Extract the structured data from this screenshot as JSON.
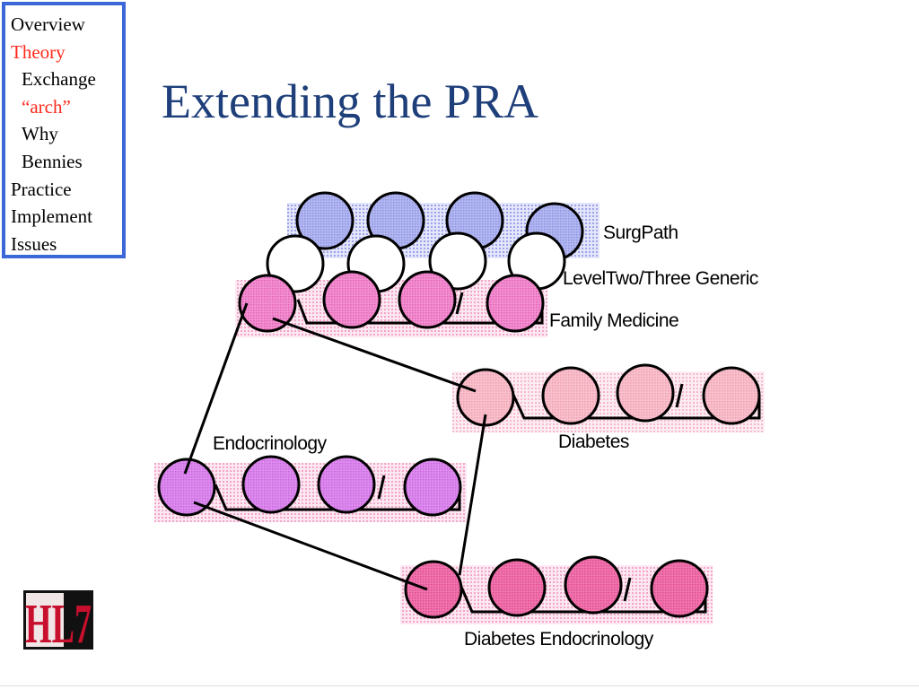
{
  "nav": {
    "items": [
      {
        "label": "Overview",
        "level": 0,
        "active": false
      },
      {
        "label": "Theory",
        "level": 0,
        "active": true
      },
      {
        "label": "Exchange",
        "level": 1,
        "active": false
      },
      {
        "label": "“arch”",
        "level": 1,
        "active": true
      },
      {
        "label": "Why",
        "level": 1,
        "active": false
      },
      {
        "label": "Bennies",
        "level": 1,
        "active": false
      },
      {
        "label": "Practice",
        "level": 0,
        "active": false
      },
      {
        "label": "Implement",
        "level": 0,
        "active": false
      },
      {
        "label": "Issues",
        "level": 0,
        "active": false
      }
    ]
  },
  "title": "Extending the PRA",
  "diagram": {
    "labels": {
      "surgpath": "SurgPath",
      "leveltwo": "LevelTwo/Three Generic",
      "family_medicine": "Family Medicine",
      "diabetes": "Diabetes",
      "endocrinology": "Endocrinology",
      "diabetes_endocrinology": "Diabetes Endocrinology"
    }
  },
  "logo": {
    "text": "HL7"
  },
  "colors": {
    "title": "#1e3f7a",
    "nav_border": "#3b67d8",
    "nav_active": "#ff2a1a",
    "surgpath_fill": "#a9aef0",
    "family_fill": "#f07cc8",
    "diabetes_fill": "#f8b4c4",
    "endo_fill": "#d77ce8",
    "diabetes_endo_fill": "#ee5ea0"
  }
}
